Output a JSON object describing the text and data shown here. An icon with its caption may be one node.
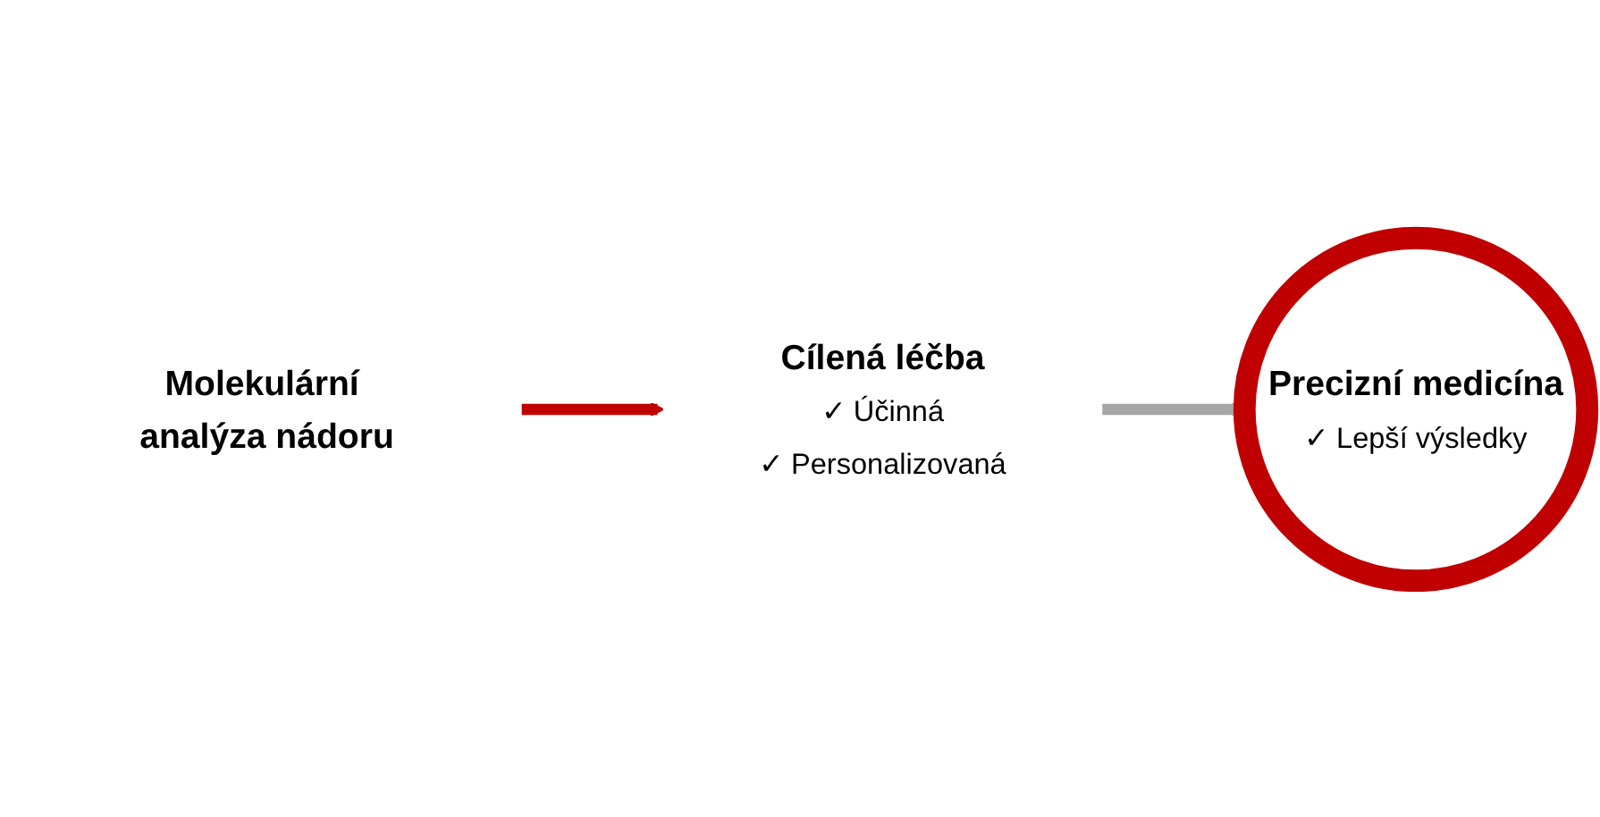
{
  "diagram": {
    "nodes": [
      {
        "text": [
          "Molekulární analýza nádoru"
        ]
      },
      {
        "text": [
          "Cílená léčba",
          "✓ Účinná",
          "✓ Personalizovaná"
        ]
      },
      {
        "text": [
          "Precizní medicína",
          "✓ Lepší výsledky"
        ]
      }
    ],
    "edges": [
      {
        "from": 0,
        "to": 1,
        "arrow": "to",
        "color": "#c00000"
      },
      {
        "from": 1,
        "to": 2,
        "arrow": "to",
        "color": "#a6a6a6"
      }
    ]
  }
}
